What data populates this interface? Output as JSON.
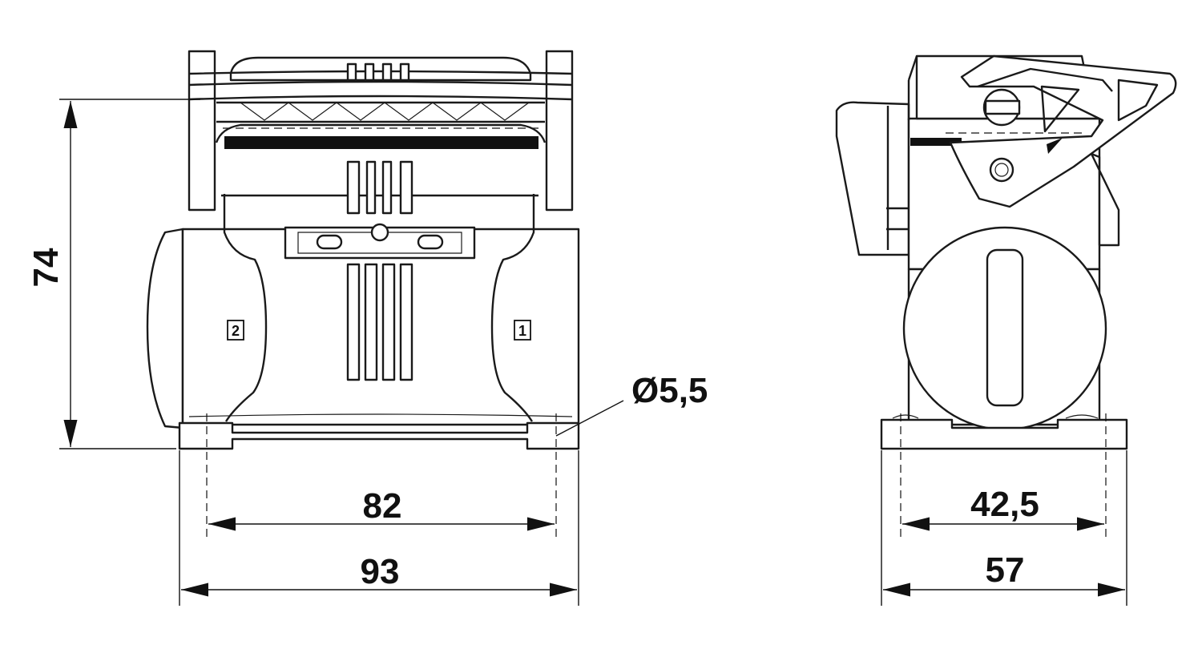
{
  "drawing": {
    "front_view": {
      "markers": [
        "2",
        "1"
      ],
      "dimensions": {
        "height": "74",
        "hole_spacing": "82",
        "overall_width": "93",
        "hole_diameter": "Ø5,5"
      }
    },
    "side_view": {
      "dimensions": {
        "hole_spacing": "42,5",
        "overall_depth": "57"
      }
    }
  }
}
